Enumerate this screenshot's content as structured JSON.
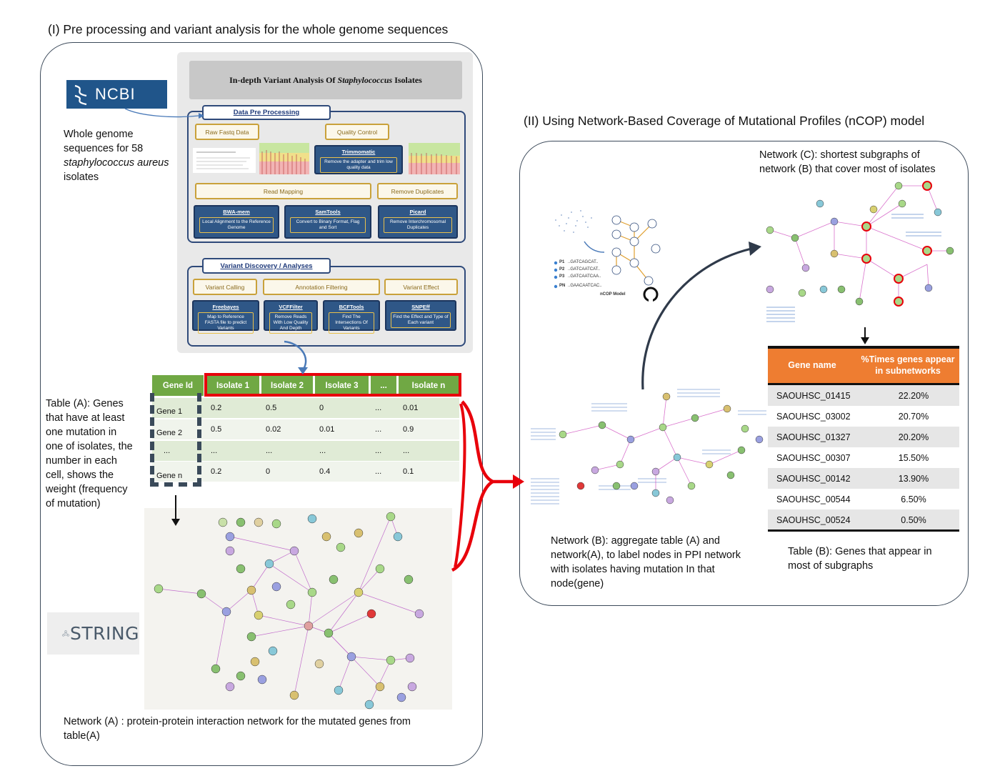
{
  "section1": {
    "title": "(I) Pre processing and variant analysis for the whole genome sequences",
    "ncbi_logo": "NCBI",
    "ncbi_caption_lines": [
      "Whole genome",
      "sequences for 58",
      "staphylococcus aureus",
      "isolates"
    ],
    "pipeline": {
      "header_prefix": "In-depth Variant Analysis Of",
      "header_italic": "Staphylococcus",
      "header_suffix": "Isolates",
      "preprocessing": {
        "label": "Data Pre Processing",
        "stage1": "Raw Fastq Data",
        "stage2": "Quality Control",
        "trim_tool": "Trimmomatic",
        "trim_desc": "Remove the adapter and trim low quality data",
        "stage3": "Read Mapping",
        "stage4": "Remove Duplicates",
        "tools": [
          {
            "name": "BWA-mem",
            "desc": "Local Alignment to the Reference Genome"
          },
          {
            "name": "SamTools",
            "desc": "Convert to Binary Format, Flag and Sort"
          },
          {
            "name": "Picard",
            "desc": "Remove Interchromosomal Duplicates"
          }
        ]
      },
      "variant": {
        "label": "Variant Discovery / Analyses",
        "stage1": "Variant Calling",
        "stage2": "Annotation Filtering",
        "stage3": "Variant Effect",
        "tools": [
          {
            "name": "Freebayes",
            "desc": "Map to Reference FASTA file to predict Variants"
          },
          {
            "name": "VCFFilter",
            "desc": "Remove Reads With Low Quality And Depth"
          },
          {
            "name": "BCFTools",
            "desc": "Find The Intersections Of Variants"
          },
          {
            "name": "SNPEff",
            "desc": "Find the Effect and Type of Each variant"
          }
        ]
      }
    },
    "tableA": {
      "headers": [
        "Gene Id",
        "Isolate 1",
        "Isolate 2",
        "Isolate 3",
        "...",
        "Isolate n"
      ],
      "rows": [
        [
          "Gene 1",
          "0.2",
          "0.5",
          "0",
          "...",
          "0.01"
        ],
        [
          "Gene 2",
          "0.5",
          "0.02",
          "0.01",
          "...",
          "0.9"
        ],
        [
          "...",
          "...",
          "...",
          "...",
          "...",
          "..."
        ],
        [
          "Gene n",
          "0.2",
          "0",
          "0.4",
          "...",
          "0.1"
        ]
      ],
      "caption_lines": [
        "Table (A): Genes",
        "that have at least",
        "one mutation in",
        "one of isolates, the",
        "number in each",
        "cell, shows the",
        "weight (frequency",
        "of mutation)"
      ]
    },
    "string_logo": "STRING",
    "networkA_caption_lines": [
      "Network (A) : protein-protein interaction network for the mutated genes from",
      "table(A)"
    ]
  },
  "section2": {
    "title": "(II) Using Network-Based Coverage of Mutational Profiles (nCOP) model",
    "ncop_label": "nCOP Model",
    "ncop_patients": [
      "P1",
      "P2",
      "P3",
      "PN"
    ],
    "ncop_seqs": [
      "..GATCAGCAT..",
      "..GATCAATCAT..",
      "..GATCAATCAA..",
      "..GAACAATCAC.."
    ],
    "networkC_caption_lines": [
      "Network (C): shortest subgraphs of",
      "network (B) that cover most of isolates"
    ],
    "networkB_caption_lines": [
      "Network (B): aggregate table (A) and",
      "network(A), to label nodes in PPI network",
      "with isolates having mutation In that",
      "node(gene)"
    ],
    "tableB": {
      "headers": [
        "Gene name",
        "%Times genes appear in subnetworks"
      ],
      "rows": [
        [
          "SAOUHSC_01415",
          "22.20%"
        ],
        [
          "SAOUHSC_03002",
          "20.70%"
        ],
        [
          "SAOUHSC_01327",
          "20.20%"
        ],
        [
          "SAOUHSC_00307",
          "15.50%"
        ],
        [
          "SAOUHSC_00142",
          "13.90%"
        ],
        [
          "SAOUHSC_00544",
          "6.50%"
        ],
        [
          "SAOUHSC_00524",
          "0.50%"
        ]
      ],
      "caption_lines": [
        "Table (B): Genes that appear in",
        "most of subgraphs"
      ]
    }
  },
  "colors": {
    "panel_border": "#3c4a5a",
    "green_header": "#70a844",
    "orange_header": "#ee7d31",
    "red_arrow": "#e8000b",
    "tool_blue": "#2f5787",
    "gold": "#c9a13a"
  }
}
